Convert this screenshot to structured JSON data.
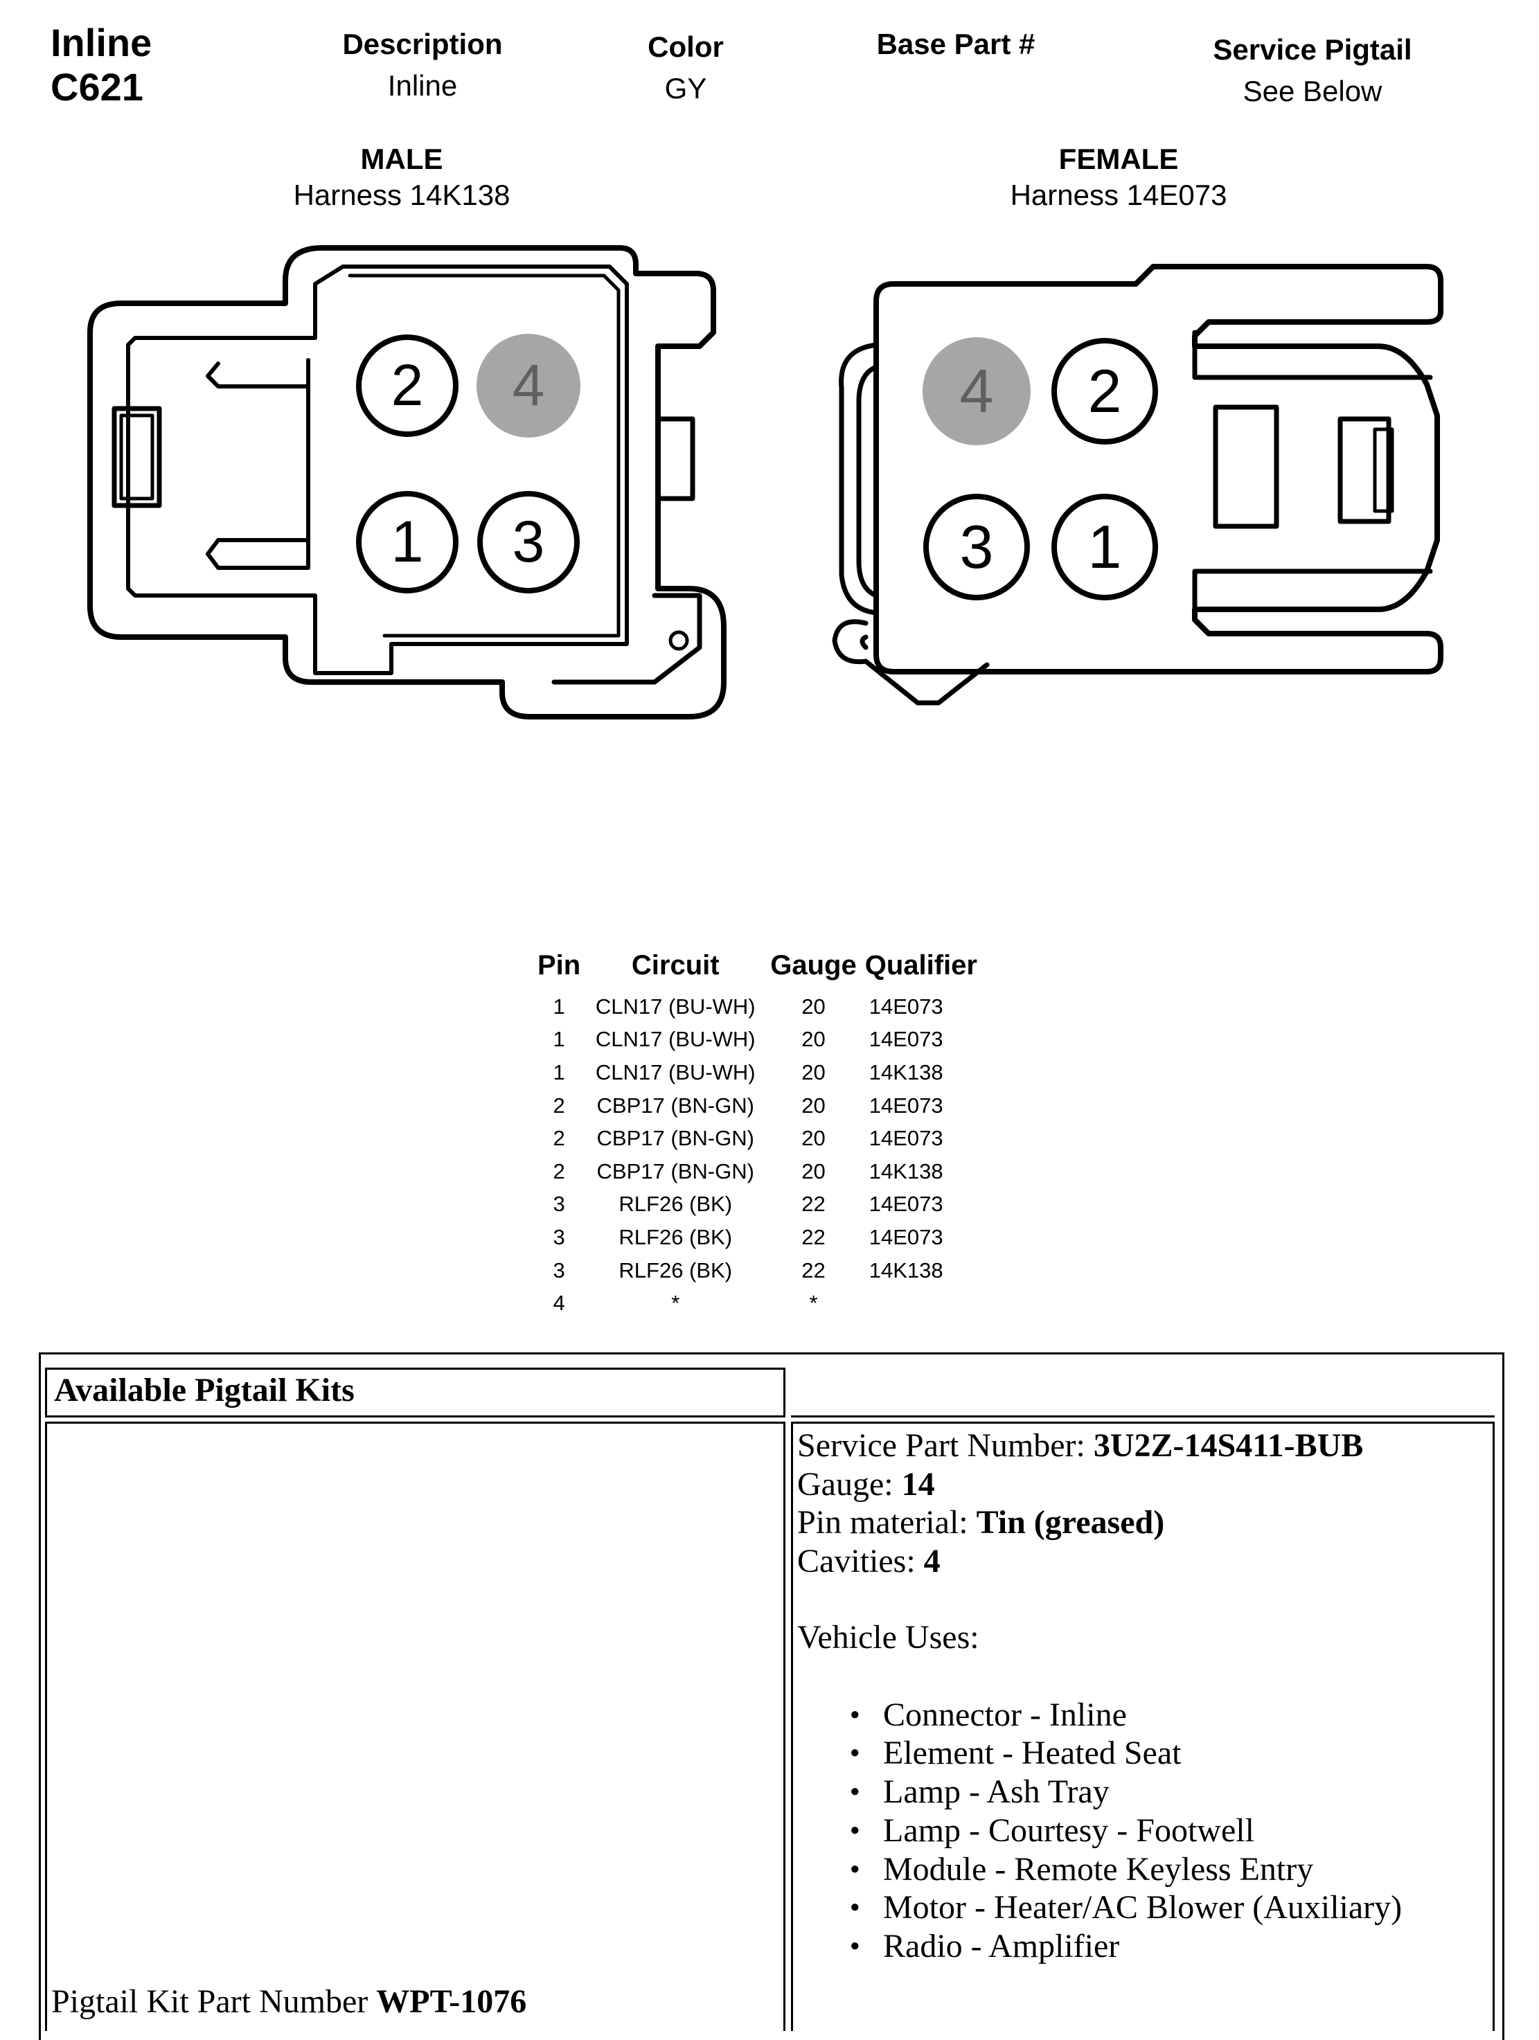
{
  "header": {
    "connector_type": "Inline",
    "connector_id": "C621",
    "description_label": "Description",
    "description_value": "Inline",
    "color_label": "Color",
    "color_value": "GY",
    "base_part_label": "Base Part #",
    "base_part_value": "",
    "service_pigtail_label": "Service Pigtail",
    "service_pigtail_value": "See Below"
  },
  "connectors": {
    "male": {
      "label": "MALE",
      "harness": "Harness  14K138",
      "pins": [
        "2",
        "4",
        "1",
        "3"
      ]
    },
    "female": {
      "label": "FEMALE",
      "harness": "Harness  14E073",
      "pins": [
        "4",
        "2",
        "3",
        "1"
      ]
    },
    "highlighted_pin": "4",
    "highlight_color": "#a6a6a6"
  },
  "pin_table": {
    "headers": [
      "Pin",
      "Circuit",
      "Gauge",
      "Qualifier"
    ],
    "rows": [
      [
        "1",
        "CLN17 (BU-WH)",
        "20",
        "14E073"
      ],
      [
        "1",
        "CLN17 (BU-WH)",
        "20",
        "14E073"
      ],
      [
        "1",
        "CLN17 (BU-WH)",
        "20",
        "14K138"
      ],
      [
        "2",
        "CBP17 (BN-GN)",
        "20",
        "14E073"
      ],
      [
        "2",
        "CBP17 (BN-GN)",
        "20",
        "14E073"
      ],
      [
        "2",
        "CBP17 (BN-GN)",
        "20",
        "14K138"
      ],
      [
        "3",
        "RLF26 (BK)",
        "22",
        "14E073"
      ],
      [
        "3",
        "RLF26 (BK)",
        "22",
        "14E073"
      ],
      [
        "3",
        "RLF26 (BK)",
        "22",
        "14K138"
      ],
      [
        "4",
        "*",
        "*",
        ""
      ]
    ]
  },
  "pigtail_kits": {
    "heading": "Available Pigtail Kits",
    "kit_label": "Pigtail Kit Part Number ",
    "kit_number": "WPT-1076",
    "service_part_label": "Service Part Number: ",
    "service_part_value": "3U2Z-14S411-BUB",
    "gauge_label": "Gauge: ",
    "gauge_value": "14",
    "pin_material_label": "Pin material: ",
    "pin_material_value": "Tin (greased)",
    "cavities_label": "Cavities: ",
    "cavities_value": "4",
    "vehicle_uses_label": "Vehicle Uses:",
    "vehicle_uses": [
      "Connector - Inline",
      "Element - Heated Seat",
      "Lamp - Ash Tray",
      "Lamp - Courtesy - Footwell",
      "Module - Remote Keyless Entry",
      "Motor - Heater/AC Blower (Auxiliary)",
      "Radio - Amplifier"
    ]
  }
}
